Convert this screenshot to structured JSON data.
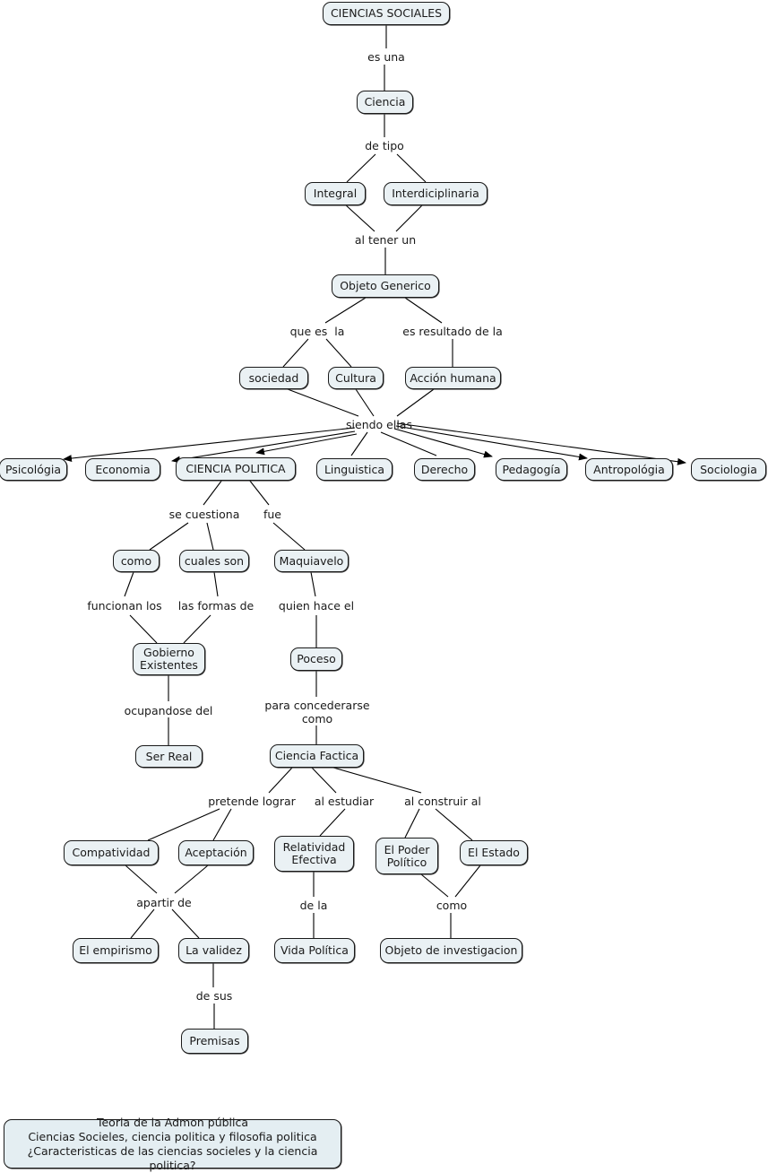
{
  "document": {
    "title": "CIENCIAS SOCIALES",
    "type": "concept-map",
    "background_color": "#ffffff",
    "node_fill_color": "#eaf1f4",
    "node_border_color": "#1a1a1a",
    "edge_color": "#000000"
  },
  "nodes": {
    "ciencias_sociales": "CIENCIAS SOCIALES",
    "ciencia": "Ciencia",
    "integral": "Integral",
    "interdiciplinaria": "Interdiciplinaria",
    "objeto_generico": "Objeto Generico",
    "sociedad": "sociedad",
    "cultura": "Cultura",
    "accion_humana": "Acción humana",
    "psicologia": "Psicológia",
    "economia": "Economia",
    "ciencia_politica": "CIENCIA POLITICA",
    "linguistica": "Linguistica",
    "derecho": "Derecho",
    "pedagogia": "Pedagogía",
    "antropologia": "Antropológia",
    "sociologia": "Sociologia",
    "como1": "como",
    "cuales_son": "cuales son",
    "maquiavelo": "Maquiavelo",
    "gobierno_existentes": "Gobierno\nExistentes",
    "poceso": "Poceso",
    "ser_real": "Ser Real",
    "ciencia_factica": "Ciencia Factica",
    "compatividad": "Compatividad",
    "aceptacion": "Aceptación",
    "relatividad_efectiva": "Relatividad\nEfectiva",
    "el_poder_politico": "El Poder\nPolítico",
    "el_estado": "El Estado",
    "el_empirismo": "El empirismo",
    "la_validez": "La validez",
    "vida_politica": "Vida Política",
    "objeto_de_investigacion": "Objeto de investigacion",
    "premisas": "Premisas"
  },
  "link_labels": {
    "es_una": "es una",
    "de_tipo": "de tipo",
    "al_tener_un": "al tener un",
    "que_es_la": "que es  la",
    "es_resultado_de_la": "es resultado de la",
    "siendo_ellas": "siendo ellas",
    "se_cuestiona": "se cuestiona",
    "fue": "fue",
    "funcionan_los": "funcionan los",
    "las_formas_de": "las formas de",
    "quien_hace_el": "quien hace el",
    "ocupandose_del": "ocupandose del",
    "para_concederarse_como": "para concederarse\ncomo",
    "pretende_lograr": "pretende lograr",
    "al_estudiar": "al estudiar",
    "al_construir_al": "al construir al",
    "apartir_de": "apartir de",
    "de_la": "de la",
    "como2": "como",
    "de_sus": "de sus"
  },
  "legend": {
    "line1": "Teoria de la Admon pública",
    "line2": "Ciencias Socieles, ciencia politica y filosofia politica",
    "line3": "¿Caracteristicas de las ciencias socieles y la ciencia politica?",
    "text": "Teoria de la Admon pública\nCiencias Socieles, ciencia politica y filosofia politica\n¿Caracteristicas de las ciencias socieles y la ciencia politica?"
  }
}
